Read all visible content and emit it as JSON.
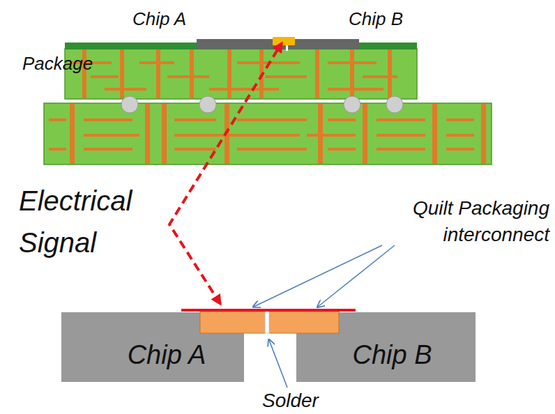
{
  "diagram": {
    "nodes": [
      {
        "text": [
          "Chip A"
        ]
      },
      {
        "text": [
          "Chip B"
        ]
      }
    ],
    "labels": [
      "Chip A",
      "Chip B",
      "Package",
      "Electrical Signal",
      "Quilt Packaging interconnect",
      "Solder"
    ]
  }
}
